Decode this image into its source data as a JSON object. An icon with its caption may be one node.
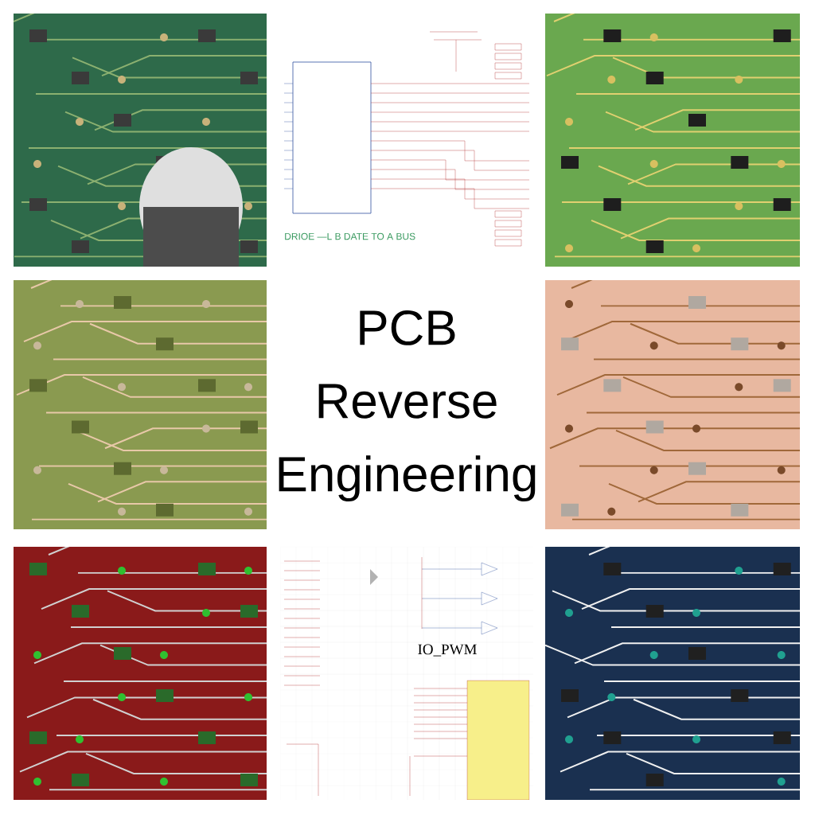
{
  "diagram": {
    "title": "PCB Reverse Engineering",
    "labels": [
      "DRIOE —L B DATE TO A BUS",
      "IO_PWM"
    ]
  }
}
